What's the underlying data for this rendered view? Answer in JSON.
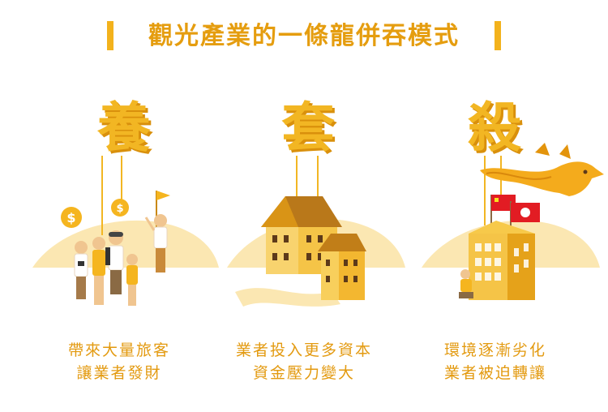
{
  "title": "觀光產業的一條龍併吞模式",
  "panels": [
    {
      "char": "養",
      "line1": "帶來大量旅客",
      "line2": "讓業者發財"
    },
    {
      "char": "套",
      "line1": "業者投入更多資本",
      "line2": "資金壓力變大"
    },
    {
      "char": "殺",
      "line1": "環境逐漸劣化",
      "line2": "業者被迫轉讓"
    }
  ],
  "icons": {
    "coin_symbol": "$"
  },
  "colors": {
    "accent": "#f3b21c",
    "text": "#e39a10",
    "flag_red": "#e21c23"
  }
}
